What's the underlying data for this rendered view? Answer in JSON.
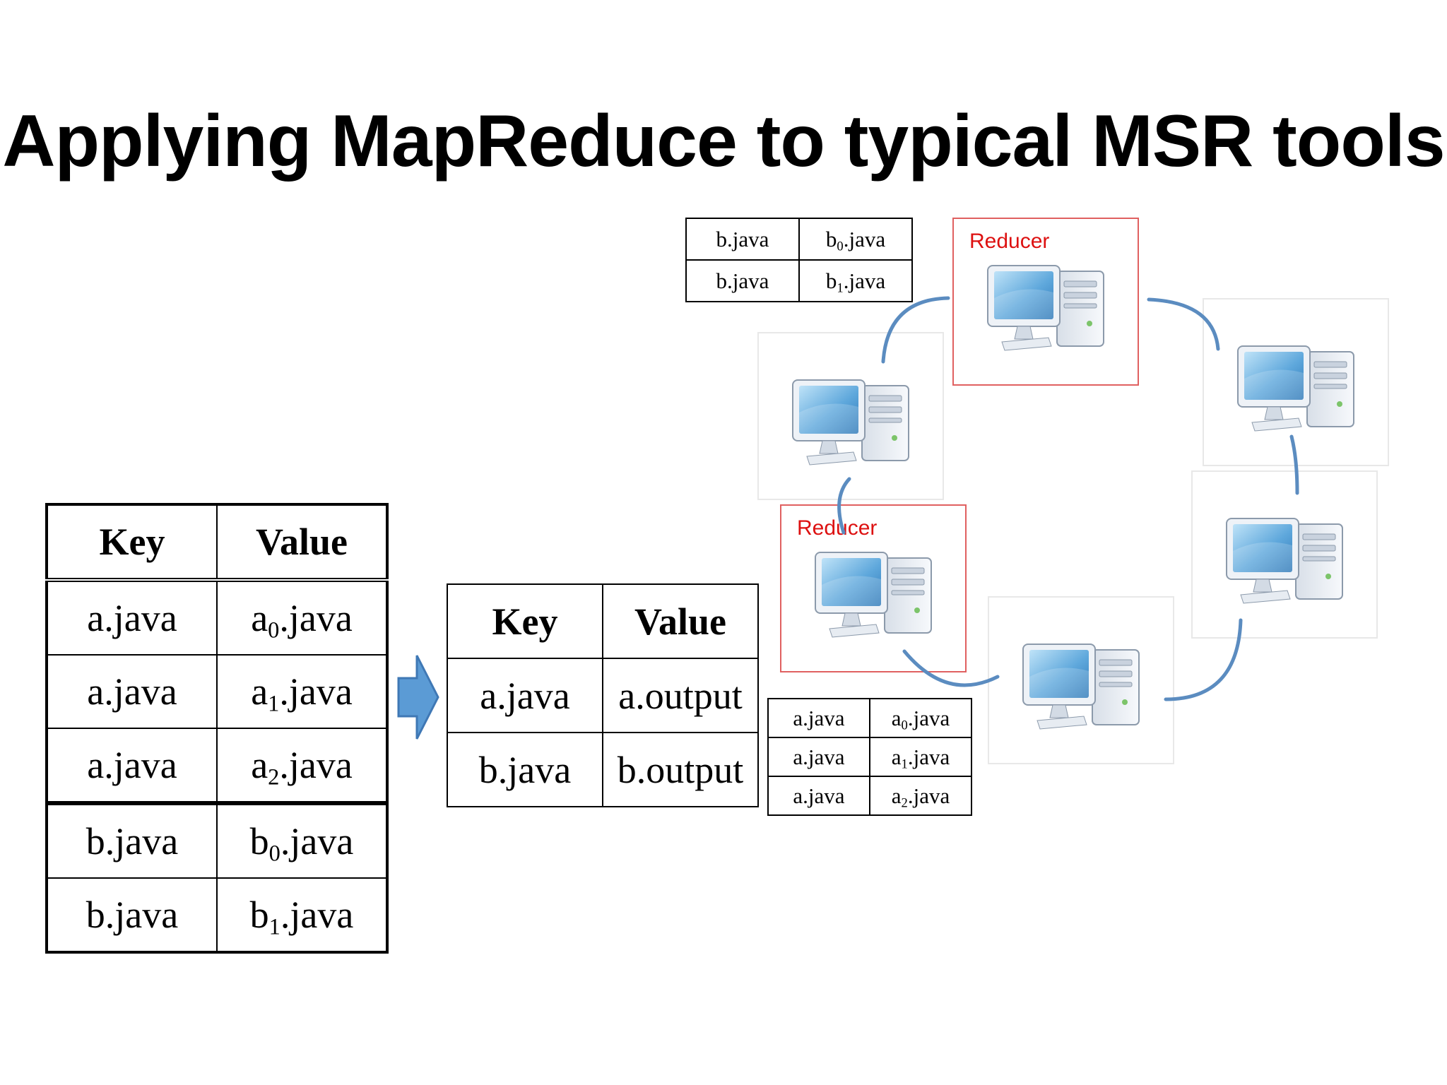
{
  "title": "Applying MapReduce to typical MSR tools",
  "headers": {
    "key": "Key",
    "value": "Value"
  },
  "map_output": {
    "rows": [
      {
        "key": "a.java",
        "value_base": "a",
        "value_sub": "0",
        "value_ext": ".java"
      },
      {
        "key": "a.java",
        "value_base": "a",
        "value_sub": "1",
        "value_ext": ".java"
      },
      {
        "key": "a.java",
        "value_base": "a",
        "value_sub": "2",
        "value_ext": ".java"
      },
      {
        "key": "b.java",
        "value_base": "b",
        "value_sub": "0",
        "value_ext": ".java"
      },
      {
        "key": "b.java",
        "value_base": "b",
        "value_sub": "1",
        "value_ext": ".java"
      }
    ]
  },
  "reduce_output": {
    "rows": [
      {
        "key": "a.java",
        "value": "a.output"
      },
      {
        "key": "b.java",
        "value": "b.output"
      }
    ]
  },
  "b_records": {
    "rows": [
      {
        "key": "b.java",
        "value_base": "b",
        "value_sub": "0",
        "value_ext": ".java"
      },
      {
        "key": "b.java",
        "value_base": "b",
        "value_sub": "1",
        "value_ext": ".java"
      }
    ]
  },
  "a_records": {
    "rows": [
      {
        "key": "a.java",
        "value_base": "a",
        "value_sub": "0",
        "value_ext": ".java"
      },
      {
        "key": "a.java",
        "value_base": "a",
        "value_sub": "1",
        "value_ext": ".java"
      },
      {
        "key": "a.java",
        "value_base": "a",
        "value_sub": "2",
        "value_ext": ".java"
      }
    ]
  },
  "nodes": {
    "reducer_label": "Reducer"
  },
  "colors": {
    "link": "#5b8cc0",
    "arrow": "#5b9bd5",
    "reducer_border": "#e06060",
    "reducer_label": "#dd1111"
  }
}
